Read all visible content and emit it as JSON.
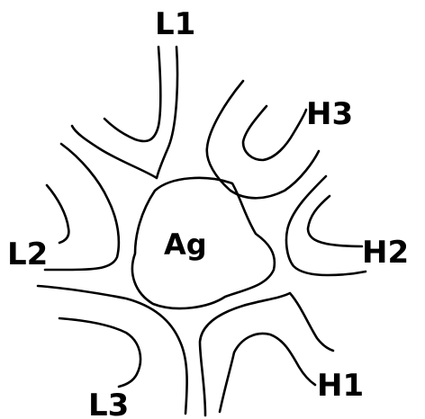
{
  "diagram": {
    "center_label": "Ag",
    "loops": [
      {
        "id": "L1",
        "label": "L1"
      },
      {
        "id": "L2",
        "label": "L2"
      },
      {
        "id": "L3",
        "label": "L3"
      },
      {
        "id": "H1",
        "label": "H1"
      },
      {
        "id": "H2",
        "label": "H2"
      },
      {
        "id": "H3",
        "label": "H3"
      }
    ],
    "colors": {
      "background": "#ffffff",
      "ink": "#000000"
    }
  }
}
